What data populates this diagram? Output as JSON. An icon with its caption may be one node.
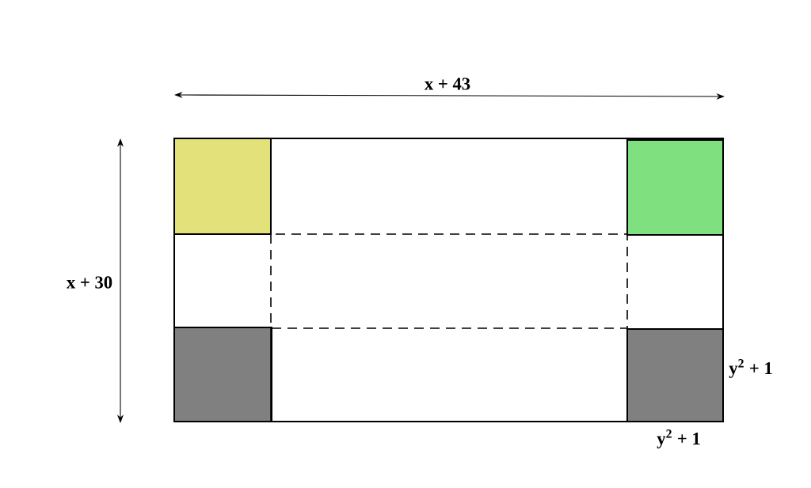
{
  "diagram": {
    "labels": [
      "x + 43",
      "x + 30",
      "y$^{2}$ + 1",
      "y$^{2}$ + 1"
    ]
  }
}
